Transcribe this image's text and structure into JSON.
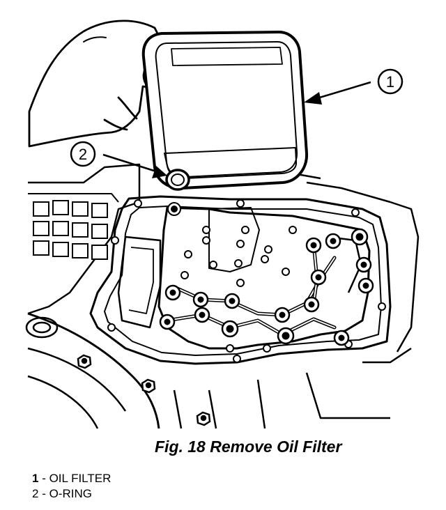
{
  "figure": {
    "caption": "Fig. 18 Remove Oil Filter"
  },
  "callouts": [
    {
      "number": "1"
    },
    {
      "number": "2"
    }
  ],
  "legend": [
    {
      "number": "1",
      "separator": " - ",
      "label": "OIL FILTER"
    },
    {
      "number": "2",
      "separator": " - ",
      "label": "O-RING"
    }
  ],
  "colors": {
    "ink": "#000000",
    "paper": "#ffffff"
  }
}
